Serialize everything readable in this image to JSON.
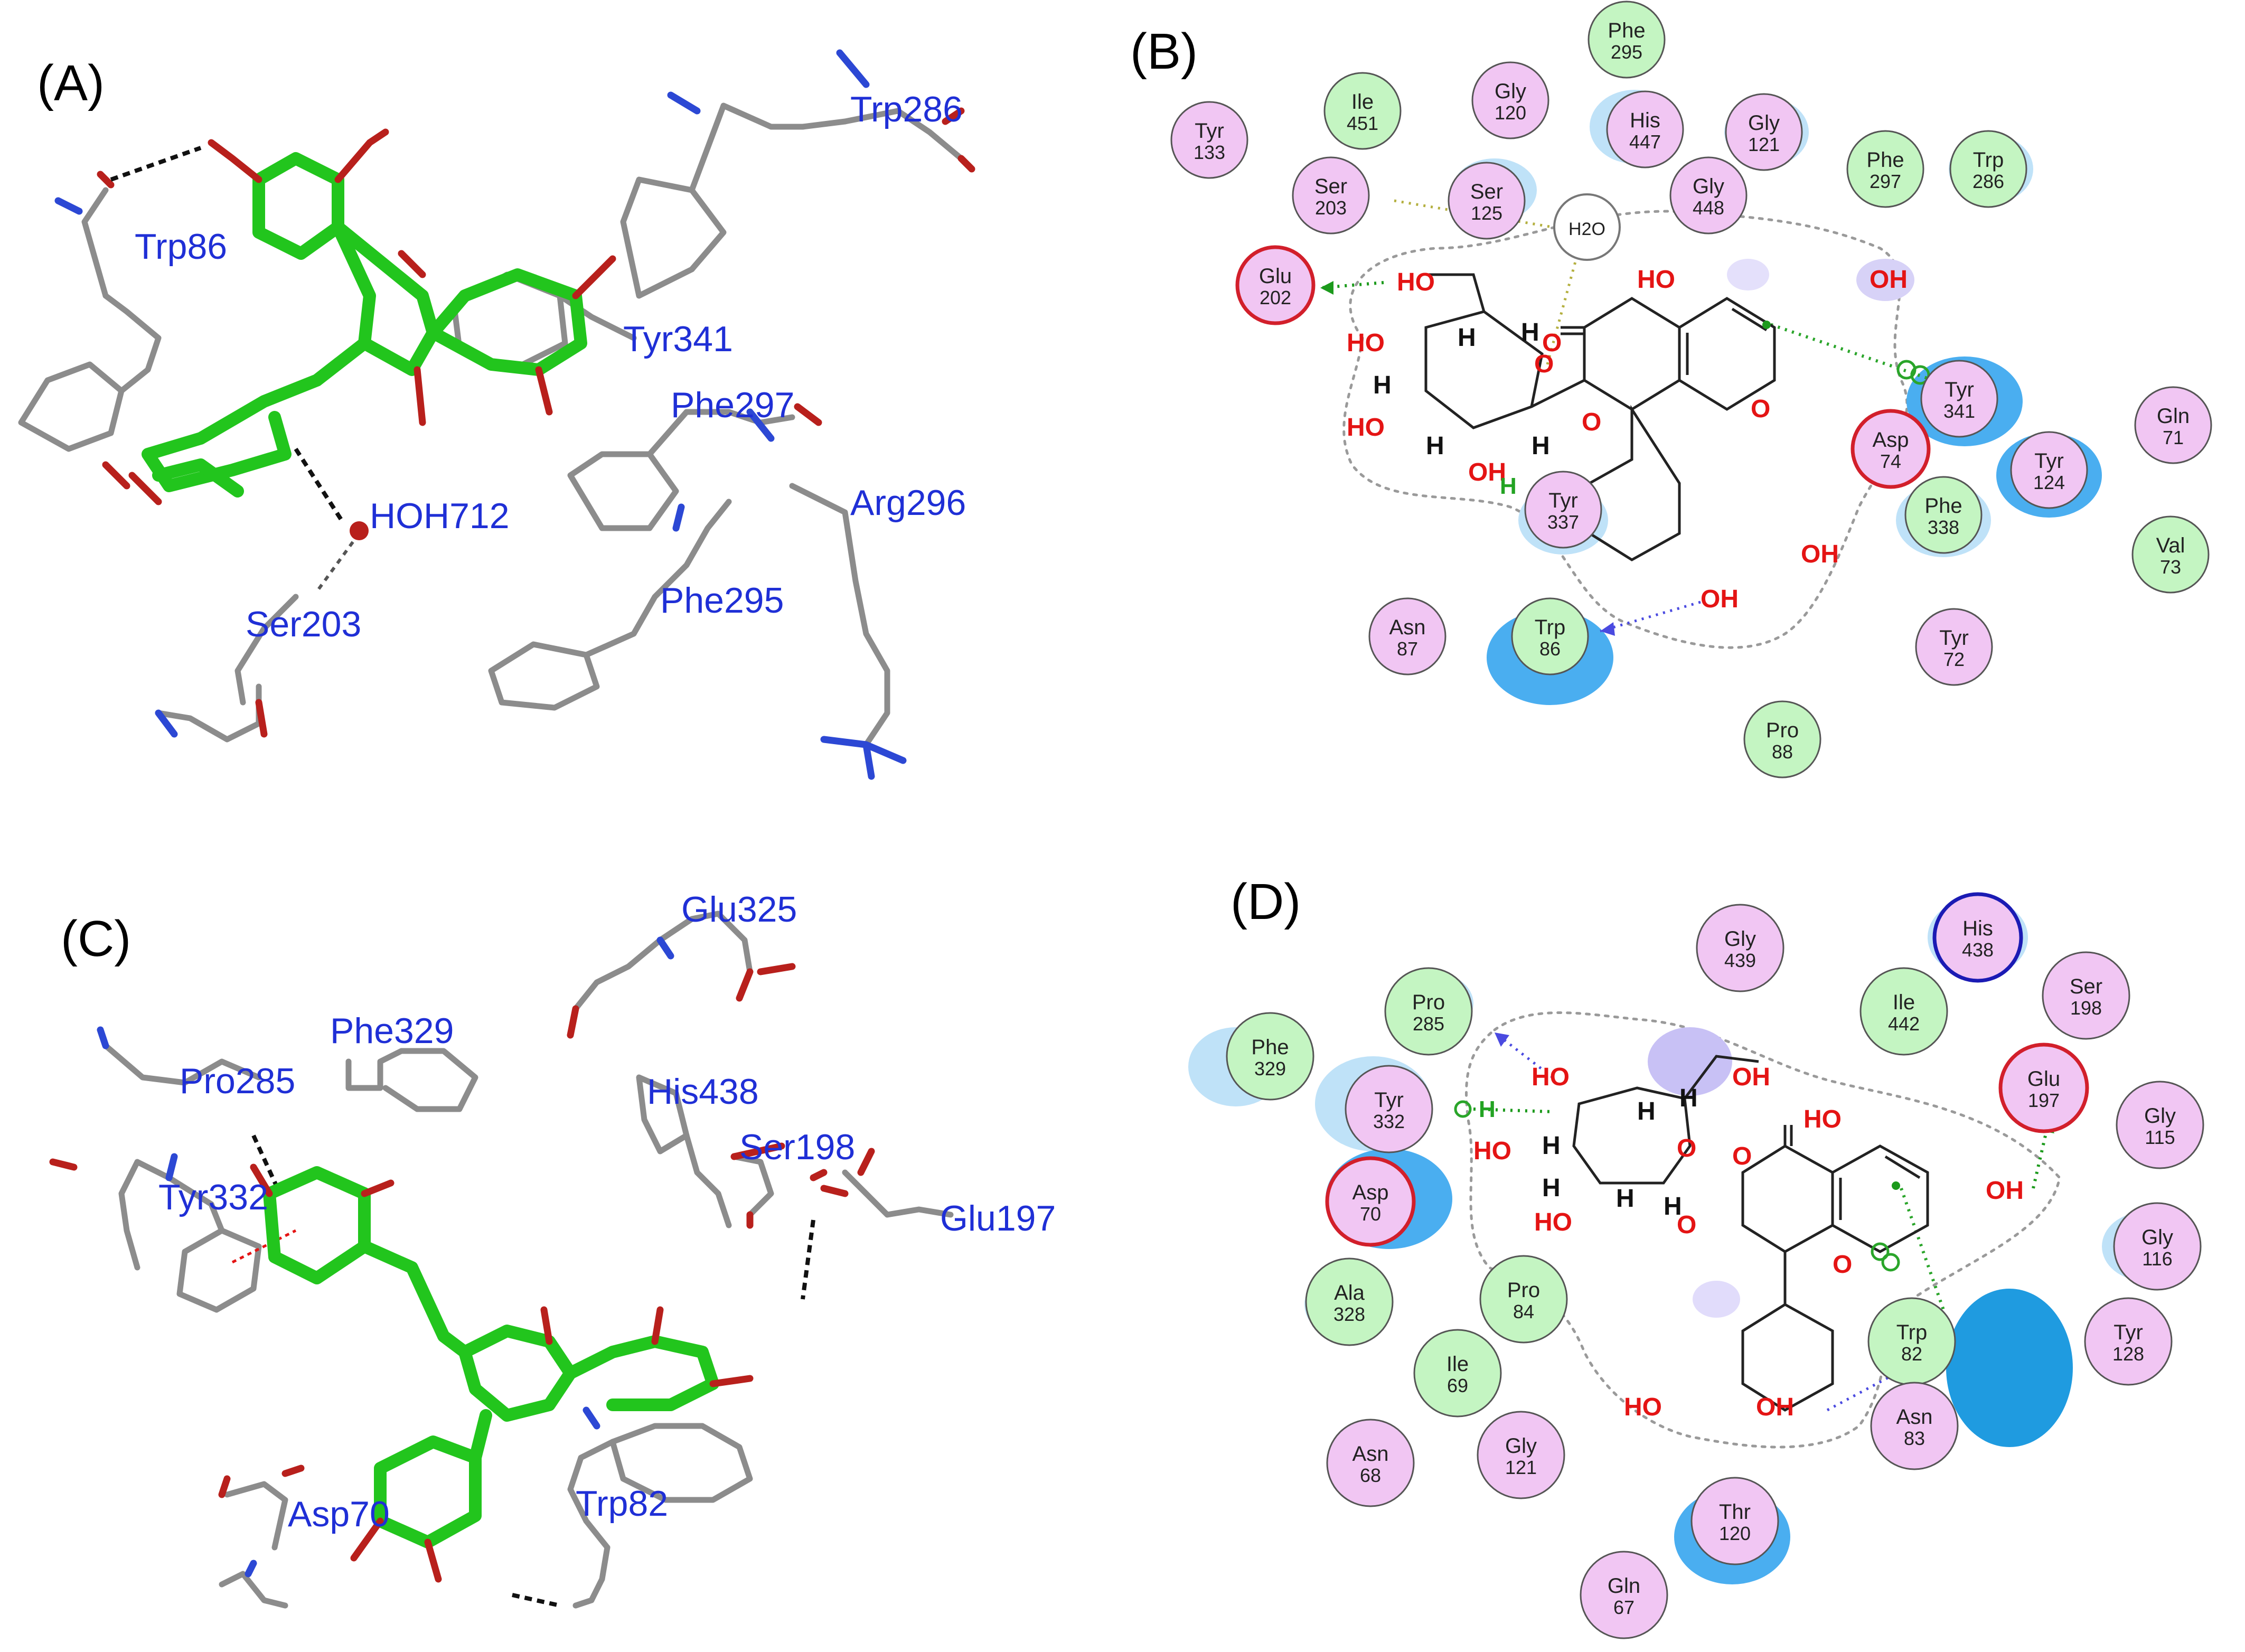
{
  "panels": {
    "a": {
      "letter": "(A)",
      "residue_labels": [
        "Trp286",
        "Trp86",
        "Tyr341",
        "Phe297",
        "HOH712",
        "Arg296",
        "Ser203",
        "Phe295"
      ]
    },
    "b": {
      "letter": "(B)",
      "residues": [
        {
          "name": "Phe",
          "num": "295",
          "type": "vdw"
        },
        {
          "name": "Ile",
          "num": "451",
          "type": "vdw"
        },
        {
          "name": "Gly",
          "num": "120",
          "type": "polar"
        },
        {
          "name": "His",
          "num": "447",
          "type": "polar"
        },
        {
          "name": "Gly",
          "num": "121",
          "type": "polar"
        },
        {
          "name": "Tyr",
          "num": "133",
          "type": "polar"
        },
        {
          "name": "Phe",
          "num": "297",
          "type": "vdw"
        },
        {
          "name": "Trp",
          "num": "286",
          "type": "vdw"
        },
        {
          "name": "Ser",
          "num": "203",
          "type": "polar"
        },
        {
          "name": "Ser",
          "num": "125",
          "type": "polar"
        },
        {
          "name": "Gly",
          "num": "448",
          "type": "polar"
        },
        {
          "name": "Glu",
          "num": "202",
          "type": "polar"
        },
        {
          "name": "Tyr",
          "num": "341",
          "type": "polar"
        },
        {
          "name": "Gln",
          "num": "71",
          "type": "polar"
        },
        {
          "name": "Asp",
          "num": "74",
          "type": "polar"
        },
        {
          "name": "Tyr",
          "num": "124",
          "type": "polar"
        },
        {
          "name": "Phe",
          "num": "338",
          "type": "vdw"
        },
        {
          "name": "Tyr",
          "num": "337",
          "type": "polar"
        },
        {
          "name": "Val",
          "num": "73",
          "type": "vdw"
        },
        {
          "name": "Asn",
          "num": "87",
          "type": "polar"
        },
        {
          "name": "Trp",
          "num": "86",
          "type": "vdw"
        },
        {
          "name": "Tyr",
          "num": "72",
          "type": "polar"
        },
        {
          "name": "Pro",
          "num": "88",
          "type": "vdw"
        }
      ],
      "water": "H2O",
      "atoms": {
        "oh": "OH",
        "ho": "HO",
        "o": "O",
        "h": "H"
      }
    },
    "c": {
      "letter": "(C)",
      "residue_labels": [
        "Glu325",
        "Phe329",
        "Pro285",
        "His438",
        "Ser198",
        "Tyr332",
        "Glu197",
        "Asp70",
        "Trp82"
      ]
    },
    "d": {
      "letter": "(D)",
      "residues": [
        {
          "name": "Gly",
          "num": "439",
          "type": "polar"
        },
        {
          "name": "His",
          "num": "438",
          "type": "polar"
        },
        {
          "name": "Pro",
          "num": "285",
          "type": "vdw"
        },
        {
          "name": "Ile",
          "num": "442",
          "type": "vdw"
        },
        {
          "name": "Ser",
          "num": "198",
          "type": "polar"
        },
        {
          "name": "Phe",
          "num": "329",
          "type": "vdw"
        },
        {
          "name": "Tyr",
          "num": "332",
          "type": "polar"
        },
        {
          "name": "Glu",
          "num": "197",
          "type": "polar"
        },
        {
          "name": "Gly",
          "num": "115",
          "type": "polar"
        },
        {
          "name": "Asp",
          "num": "70",
          "type": "polar"
        },
        {
          "name": "Gly",
          "num": "116",
          "type": "polar"
        },
        {
          "name": "Ala",
          "num": "328",
          "type": "vdw"
        },
        {
          "name": "Pro",
          "num": "84",
          "type": "vdw"
        },
        {
          "name": "Trp",
          "num": "82",
          "type": "vdw"
        },
        {
          "name": "Tyr",
          "num": "128",
          "type": "polar"
        },
        {
          "name": "Ile",
          "num": "69",
          "type": "vdw"
        },
        {
          "name": "Asn",
          "num": "68",
          "type": "polar"
        },
        {
          "name": "Gly",
          "num": "121",
          "type": "polar"
        },
        {
          "name": "Asn",
          "num": "83",
          "type": "polar"
        },
        {
          "name": "Thr",
          "num": "120",
          "type": "polar"
        },
        {
          "name": "Gln",
          "num": "67",
          "type": "polar"
        }
      ],
      "atoms": {
        "oh": "OH",
        "ho": "HO",
        "o": "O",
        "h": "H"
      }
    }
  },
  "colors": {
    "polar_fill": "#f1c6f3",
    "vdw_fill": "#c4f5c2",
    "acidic_ring": "#d21f2b",
    "basic_ring": "#1b1bb4",
    "exposure_halo": "#4aaef0",
    "residue_label": "#1f2fd6",
    "ligand_stick": "#22c51d",
    "protein_stick": "#8c8c8c",
    "oxygen": "#b8201c",
    "nitrogen": "#2c48d4",
    "hbond_green": "#1c9a1c",
    "pi_green": "#2aa52a",
    "water_contact": "#b4b040",
    "hbond_blue": "#4a4ae0"
  }
}
